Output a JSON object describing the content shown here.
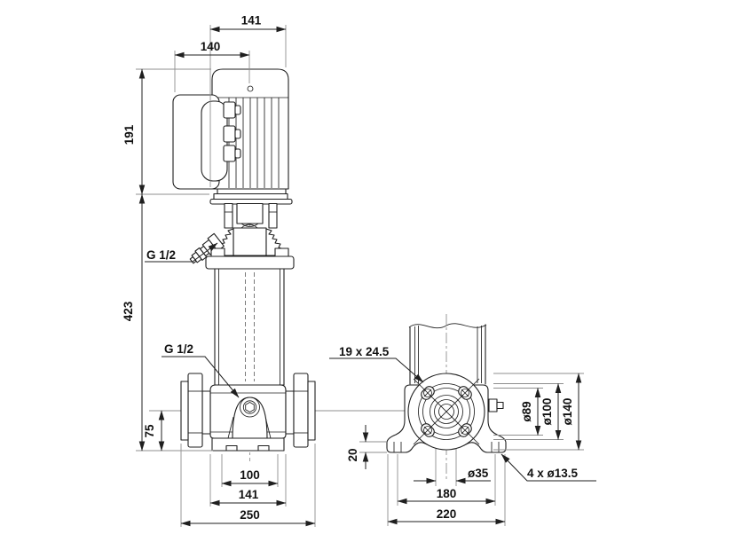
{
  "colors": {
    "line": "#1f1f1f",
    "extension_line": "#8f8f8f",
    "background": "#ffffff",
    "text": "#111111"
  },
  "side_view": {
    "dim_width_top": "141",
    "dim_width_motor": "140",
    "dim_motor_height": "191",
    "dim_pump_height": "423",
    "vent_plug_label": "G 1/2",
    "drain_plug_label": "G 1/2",
    "dim_port_height": "75",
    "dim_base_inner_width": "100",
    "dim_base_width": "141",
    "dim_overall_width": "250"
  },
  "end_view": {
    "slot_label": "19 x 24.5",
    "dim_flange_face": "ø89",
    "dim_bolt_circle": "ø100",
    "dim_flange_od": "ø140",
    "dim_foot_height": "20",
    "dim_shaft_hole": "ø35",
    "dim_hole_spacing": "180",
    "dim_base_length": "220",
    "holes_label": "4 x ø13.5"
  }
}
